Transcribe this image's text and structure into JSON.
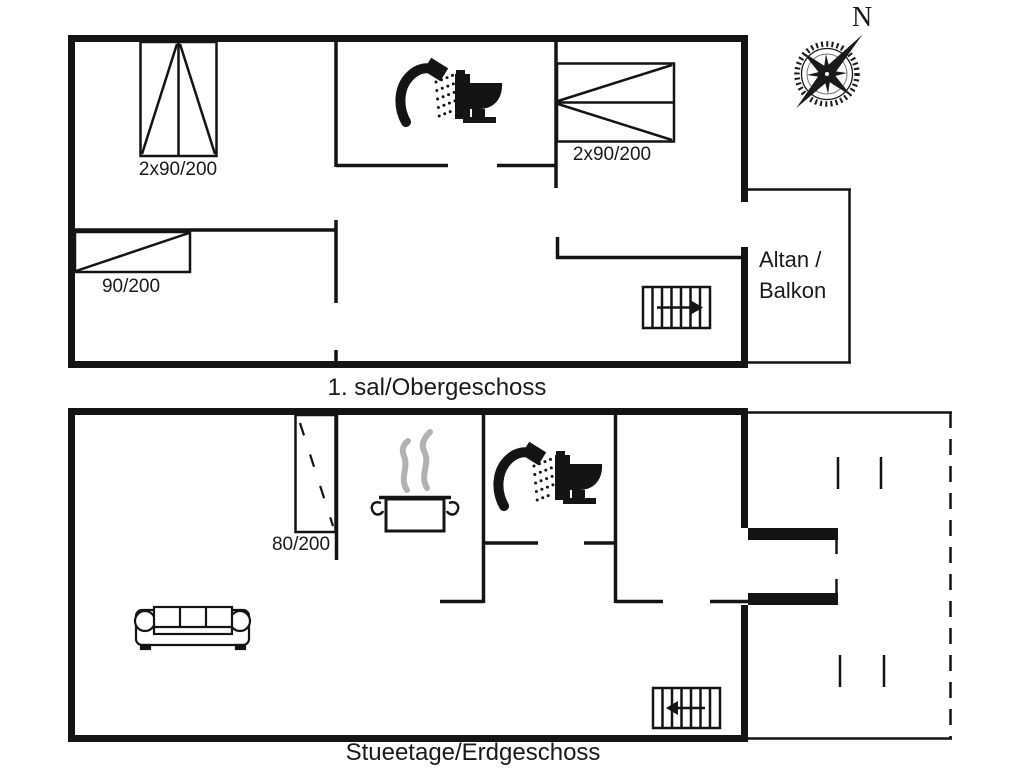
{
  "compass": {
    "north_label": "N"
  },
  "upper_floor": {
    "caption": "1. sal/Obergeschoss",
    "left_window_label": "2x90/200",
    "right_window_label": "2x90/200",
    "door_label": "90/200",
    "balcony_label_line1": "Altan /",
    "balcony_label_line2": "Balkon"
  },
  "lower_floor": {
    "caption": "Stueetage/Erdgeschoss",
    "door_label": "80/200"
  },
  "icons": {
    "upper_floor": [
      "shower-icon",
      "toilet-icon",
      "stairs-up-icon"
    ],
    "lower_floor": [
      "shower-icon",
      "toilet-icon",
      "cooking-pot-icon",
      "sofa-icon",
      "stairs-down-icon"
    ],
    "corner": [
      "compass-rose-icon"
    ]
  },
  "colors": {
    "wall": "#141414",
    "text": "#1a1a1a",
    "steam": "#b2b2b2",
    "background": "#ffffff"
  }
}
